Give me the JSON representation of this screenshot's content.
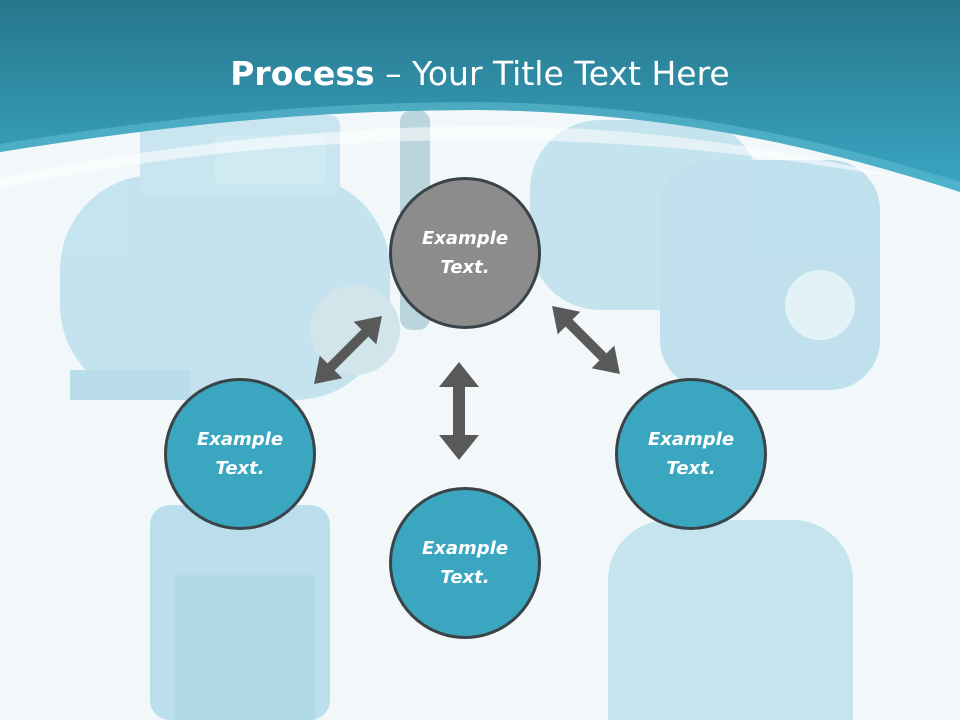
{
  "slide": {
    "title_bold": "Process",
    "title_rest": " – Your Title Text Here",
    "colors": {
      "header": "#2f93ad",
      "background": "#f2f8fa",
      "center_circle": "#8c8c8c",
      "outer_circles": "#3aa6bf",
      "arrows": "#595959"
    }
  },
  "nodes": {
    "top": "Example Text.",
    "left": "Example Text.",
    "right": "Example Text.",
    "bottom": "Example Text."
  },
  "icons": {
    "arrows": "double-headed-arrow-icon",
    "background": "water-pump-photo"
  }
}
